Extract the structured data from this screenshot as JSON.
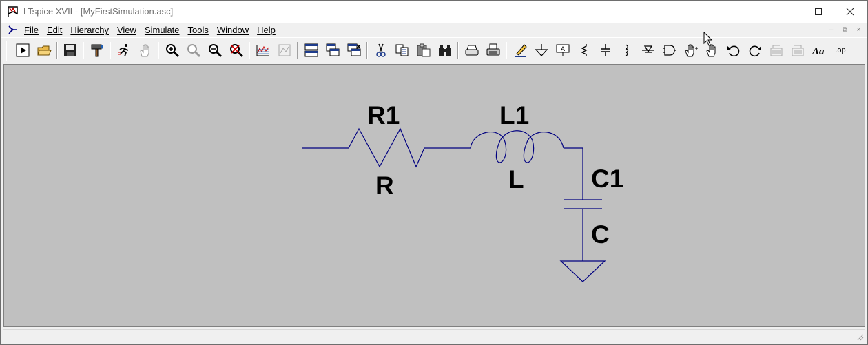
{
  "window": {
    "title": "LTspice XVII - [MyFirstSimulation.asc]",
    "controls": {
      "minimize": "minimize-icon",
      "maximize": "maximize-icon",
      "close": "close-icon"
    }
  },
  "menu": {
    "items": [
      "File",
      "Edit",
      "Hierarchy",
      "View",
      "Simulate",
      "Tools",
      "Window",
      "Help"
    ],
    "mdi_controls": [
      "–",
      "⧉",
      "×"
    ]
  },
  "toolbar": {
    "buttons": [
      {
        "name": "run-icon"
      },
      {
        "name": "open-folder-icon"
      },
      {
        "name": "save-icon"
      },
      {
        "name": "control-panel-hammer-icon"
      },
      {
        "name": "run-man-icon"
      },
      {
        "name": "pan-hand-icon"
      },
      {
        "name": "zoom-in-icon"
      },
      {
        "name": "zoom-area-icon"
      },
      {
        "name": "zoom-out-icon"
      },
      {
        "name": "zoom-cancel-icon"
      },
      {
        "name": "autorange-plot-icon"
      },
      {
        "name": "plot-settings-icon"
      },
      {
        "name": "tile-windows-icon"
      },
      {
        "name": "cascade-windows-icon"
      },
      {
        "name": "close-windows-icon"
      },
      {
        "name": "cut-icon"
      },
      {
        "name": "copy-icon"
      },
      {
        "name": "paste-icon"
      },
      {
        "name": "find-binoculars-icon"
      },
      {
        "name": "print-preview-icon"
      },
      {
        "name": "print-icon"
      },
      {
        "name": "draw-wire-icon"
      },
      {
        "name": "ground-icon"
      },
      {
        "name": "label-net-icon"
      },
      {
        "name": "resistor-icon"
      },
      {
        "name": "capacitor-icon"
      },
      {
        "name": "inductor-icon"
      },
      {
        "name": "diode-icon"
      },
      {
        "name": "component-icon"
      },
      {
        "name": "move-hand-icon"
      },
      {
        "name": "drag-hand-icon"
      },
      {
        "name": "undo-icon"
      },
      {
        "name": "redo-icon"
      },
      {
        "name": "rotate-icon"
      },
      {
        "name": "mirror-icon"
      },
      {
        "name": "text-icon"
      },
      {
        "name": "spice-directive-icon",
        "label": ".op"
      }
    ]
  },
  "schematic": {
    "background": "#c0c0c0",
    "wire_color": "#000080",
    "components": [
      {
        "instance": "R1",
        "value": "R"
      },
      {
        "instance": "L1",
        "value": "L"
      },
      {
        "instance": "C1",
        "value": "C"
      }
    ]
  },
  "statusbar": {
    "text": ""
  }
}
